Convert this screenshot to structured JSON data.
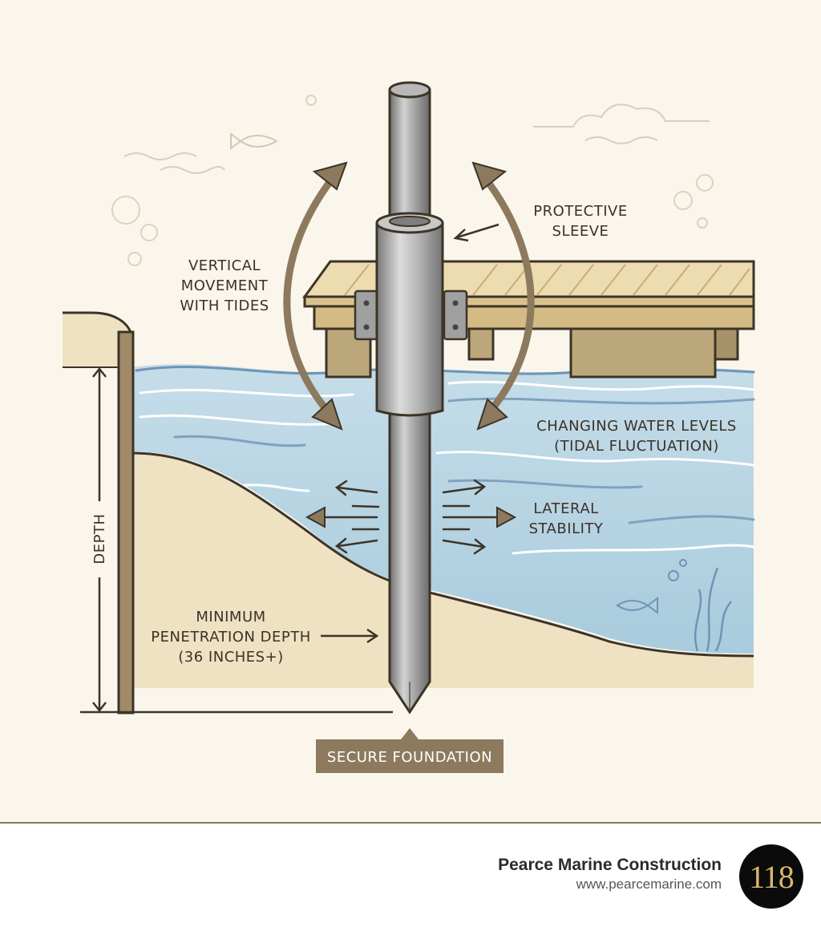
{
  "labels": {
    "protective_sleeve": [
      "PROTECTIVE",
      "SLEEVE"
    ],
    "vertical_movement": [
      "VERTICAL",
      "MOVEMENT",
      "WITH TIDES"
    ],
    "water_levels": [
      "CHANGING WATER LEVELS",
      "(TIDAL FLUCTUATION)"
    ],
    "lateral_stability": [
      "LATERAL",
      "STABILITY"
    ],
    "min_depth": [
      "MINIMUM",
      "PENETRATION DEPTH",
      "(36 INCHES+)"
    ],
    "depth": "DEPTH",
    "secure_foundation": "SECURE FOUNDATION"
  },
  "footer": {
    "company": "Pearce Marine Construction",
    "url": "www.pearcemarine.com",
    "badge": "118"
  },
  "colors": {
    "background": "#faf6ec",
    "accent_brown": "#8d7a5e",
    "water": "#bcd7e6",
    "sand": "#efe2c3",
    "pile": "#9a9a9a"
  }
}
